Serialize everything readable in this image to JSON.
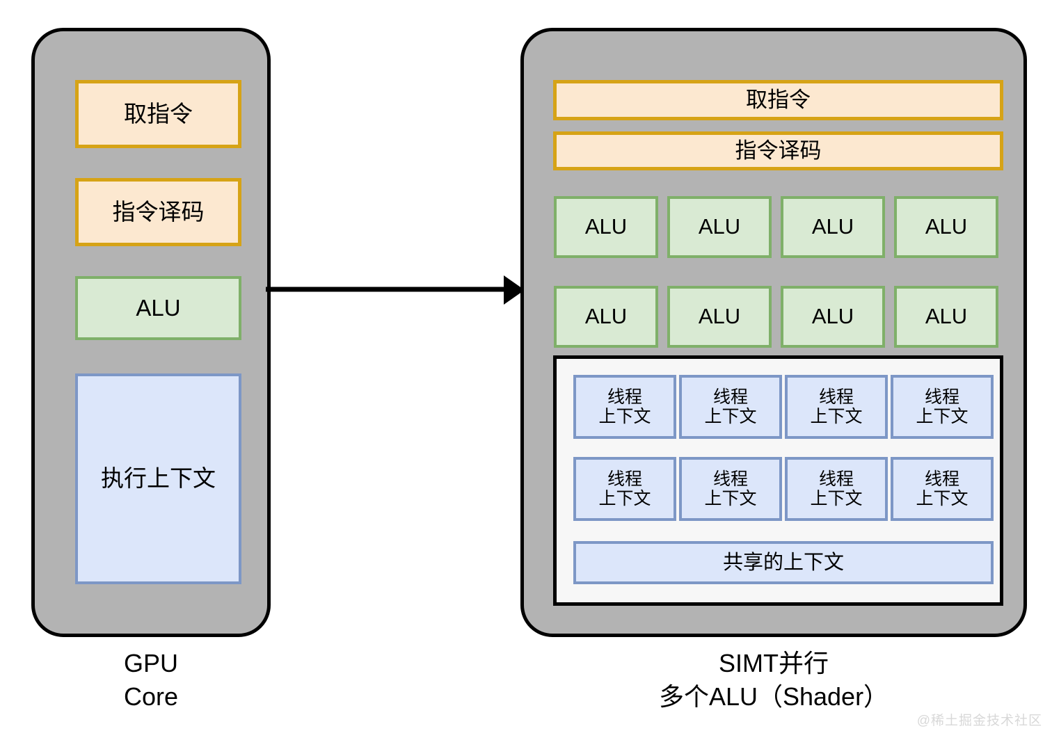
{
  "diagram": {
    "colors": {
      "core_fill": "#b3b3b3",
      "core_border": "#000000",
      "orange_fill": "#fce8d0",
      "orange_border": "#d6a316",
      "green_fill": "#d9ead3",
      "green_border": "#7fb069",
      "blue_fill": "#dce6fa",
      "blue_border": "#7d97c6",
      "context_panel_fill": "#f7f7f7",
      "context_panel_border": "#000000",
      "arrow": "#000000",
      "watermark": "#d8d8d8"
    },
    "left_core": {
      "caption": "GPU\nCore",
      "blocks": [
        {
          "label": "取指令",
          "kind": "orange"
        },
        {
          "label": "指令译码",
          "kind": "orange"
        },
        {
          "label": "ALU",
          "kind": "green"
        },
        {
          "label": "执行上下文",
          "kind": "blue"
        }
      ]
    },
    "arrow": {
      "direction": "right",
      "from": "GPU Core",
      "to": "SIMT并行"
    },
    "right_core": {
      "caption": "SIMT并行\n多个ALU（Shader）",
      "fetch_label": "取指令",
      "decode_label": "指令译码",
      "alu_label": "ALU",
      "alu_count": 8,
      "alus": [
        {
          "label": "ALU"
        },
        {
          "label": "ALU"
        },
        {
          "label": "ALU"
        },
        {
          "label": "ALU"
        },
        {
          "label": "ALU"
        },
        {
          "label": "ALU"
        },
        {
          "label": "ALU"
        },
        {
          "label": "ALU"
        }
      ],
      "context_panel": {
        "thread_label": "线程\n上下文",
        "thread_count": 8,
        "threads": [
          {
            "label": "线程\n上下文"
          },
          {
            "label": "线程\n上下文"
          },
          {
            "label": "线程\n上下文"
          },
          {
            "label": "线程\n上下文"
          },
          {
            "label": "线程\n上下文"
          },
          {
            "label": "线程\n上下文"
          },
          {
            "label": "线程\n上下文"
          },
          {
            "label": "线程\n上下文"
          }
        ],
        "shared_label": "共享的上下文"
      }
    },
    "watermark": "@稀土掘金技术社区"
  }
}
